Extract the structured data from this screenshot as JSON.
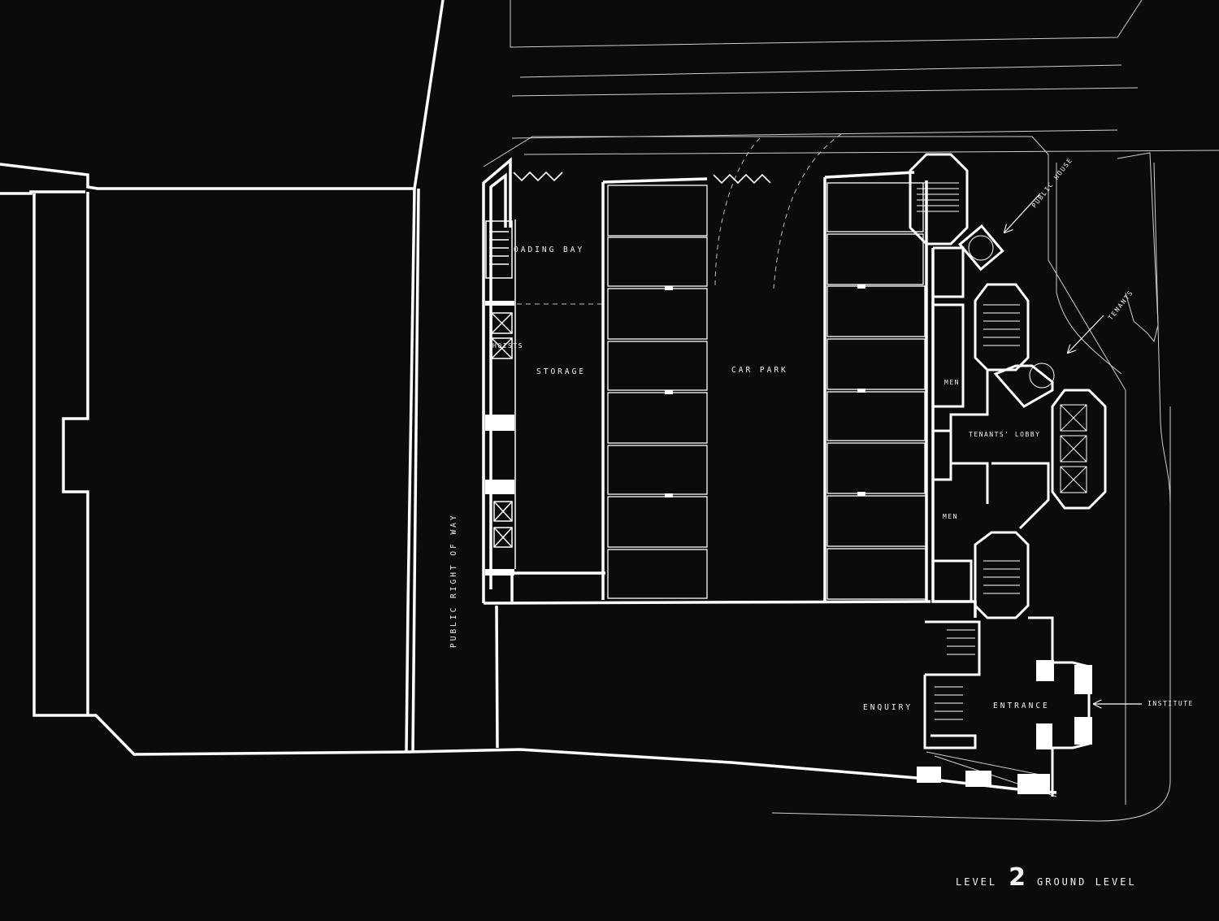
{
  "labels": {
    "loading_bay": "OADING BAY",
    "hoists": "HOISTS",
    "storage": "STORAGE",
    "car_park": "CAR PARK",
    "public_right_of_way": "PUBLIC RIGHT OF WAY",
    "public_house": "PUBLIC HOUSE",
    "tenants": "TENANTS",
    "men_upper": "MEN",
    "tenants_lobby": "TENANTS' LOBBY",
    "men_lower": "MEN",
    "enquiry": "ENQUIRY",
    "entrance": "ENTRANCE",
    "institute": "INSTITUTE"
  },
  "title_block": {
    "level_word": "LEVEL",
    "level_number": "2",
    "level_name": "GROUND LEVEL"
  },
  "colors": {
    "background": "#0b0b0b",
    "linework": "#ffffff",
    "text": "#f2f2f2"
  }
}
